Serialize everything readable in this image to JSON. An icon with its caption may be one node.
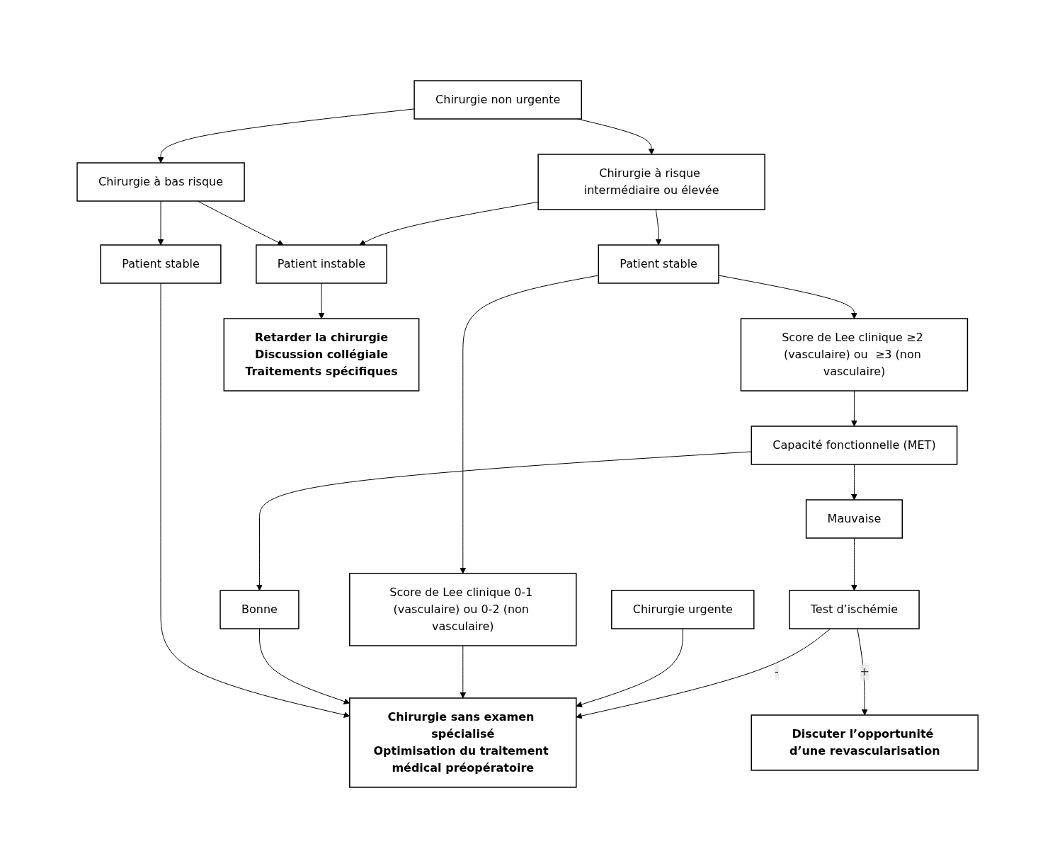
{
  "diagram": {
    "nodes": [
      {
        "text": [
          "Chirurgie urgente"
        ]
      },
      {
        "text": [
          "Chirurgie non urgente"
        ]
      },
      {
        "text": [
          "Chirurgie à risque intermédiaire ou élevée"
        ]
      },
      {
        "text": [
          "Chirurgie à bas risque"
        ]
      },
      {
        "text": [
          "Patient stable"
        ]
      },
      {
        "text": [
          "Patient instable"
        ]
      },
      {
        "text": [
          "Patient stable"
        ]
      },
      {
        "text": [
          "Score de Lee clinique 0-1 (vasculaire) ou 0-2 (non vasculaire)"
        ]
      },
      {
        "text": [
          "Score de Lee clinique ≥2 (vasculaire) ou  ≥3 (non vasculaire)"
        ]
      },
      {
        "text": [
          "Retarder la chirurgie",
          "Discussion collégiale",
          "Traitements spécifiques"
        ]
      },
      {
        "text": [
          "Capacité fonctionnelle (MET)"
        ]
      },
      {
        "text": [
          "Bonne"
        ]
      },
      {
        "text": [
          "Mauvaise"
        ]
      },
      {
        "text": [
          "Test d’ischémie"
        ]
      },
      {
        "text": [
          "Discuter l’opportunité d’une revascularisation"
        ]
      },
      {
        "text": [
          "Chirurgie sans examen spécialisé",
          "Optimisation du traitement médical préopératoire"
        ]
      }
    ],
    "edges": [
      {
        "from": 1,
        "to": 2,
        "arrow": "to"
      },
      {
        "from": 1,
        "to": 3,
        "arrow": "to"
      },
      {
        "from": 2,
        "to": 4,
        "arrow": "to"
      },
      {
        "from": 2,
        "to": 5,
        "arrow": "to"
      },
      {
        "from": 3,
        "to": 5,
        "arrow": "to"
      },
      {
        "from": 3,
        "to": 6,
        "arrow": "to"
      },
      {
        "from": 4,
        "to": 7,
        "arrow": "to"
      },
      {
        "from": 4,
        "to": 8,
        "arrow": "to"
      },
      {
        "from": 5,
        "to": 9,
        "arrow": "to"
      },
      {
        "from": 8,
        "to": 10,
        "arrow": "to"
      },
      {
        "from": 10,
        "to": 11,
        "arrow": "to"
      },
      {
        "from": 10,
        "to": 12,
        "arrow": "to"
      },
      {
        "from": 12,
        "to": 13,
        "arrow": "to"
      },
      {
        "from": 13,
        "to": 14,
        "arrow": "to",
        "label": "+"
      },
      {
        "from": 13,
        "to": 15,
        "arrow": "to",
        "label": "-"
      },
      {
        "from": 0,
        "to": 15,
        "arrow": "to"
      },
      {
        "from": 7,
        "to": 15,
        "arrow": "to"
      },
      {
        "from": 11,
        "to": 15,
        "arrow": "to"
      },
      {
        "from": 6,
        "to": 15,
        "arrow": "to"
      }
    ]
  }
}
